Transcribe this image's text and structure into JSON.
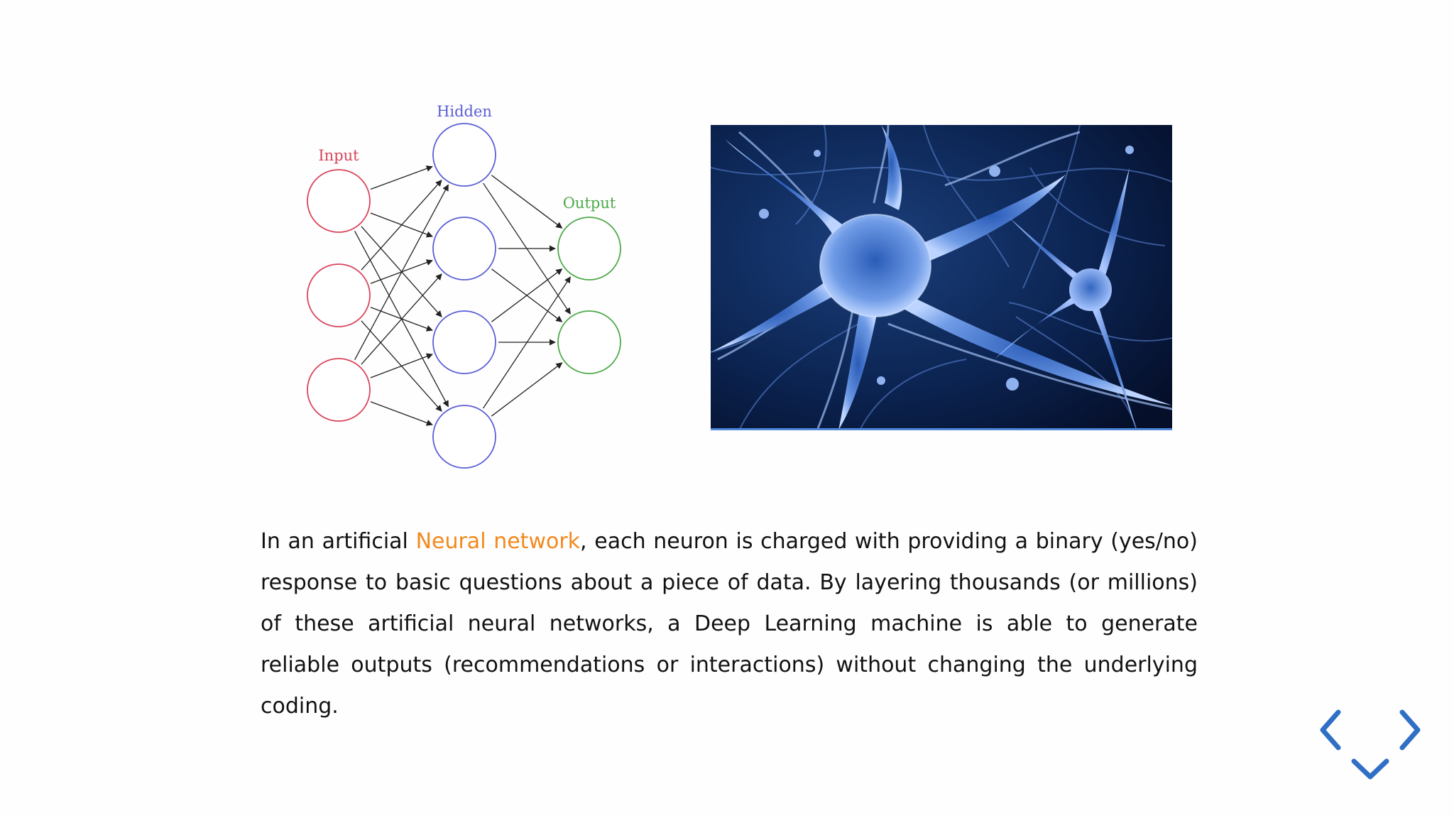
{
  "diagram": {
    "layer_labels": {
      "input": "Input",
      "hidden": "Hidden",
      "output": "Output"
    },
    "colors": {
      "input": "#d9445a",
      "hidden": "#5b5fd6",
      "output": "#4caa48",
      "arrow": "#222222"
    }
  },
  "paragraph": {
    "prefix": "In an artificial ",
    "link_text": "Neural network",
    "suffix": ", each neuron is charged with providing a binary (yes/no) response to basic questions about a piece of data. By layering thousands (or millions) of these artificial neural networks, a Deep Learning machine is able to generate reliable outputs (recommendations or interactions) without changing the underlying coding.",
    "link_color": "#f2891d"
  },
  "navigation": {
    "prev_icon": "chevron-left-icon",
    "next_icon": "chevron-right-icon",
    "down_icon": "chevron-down-icon",
    "color": "#2f6fc5"
  }
}
